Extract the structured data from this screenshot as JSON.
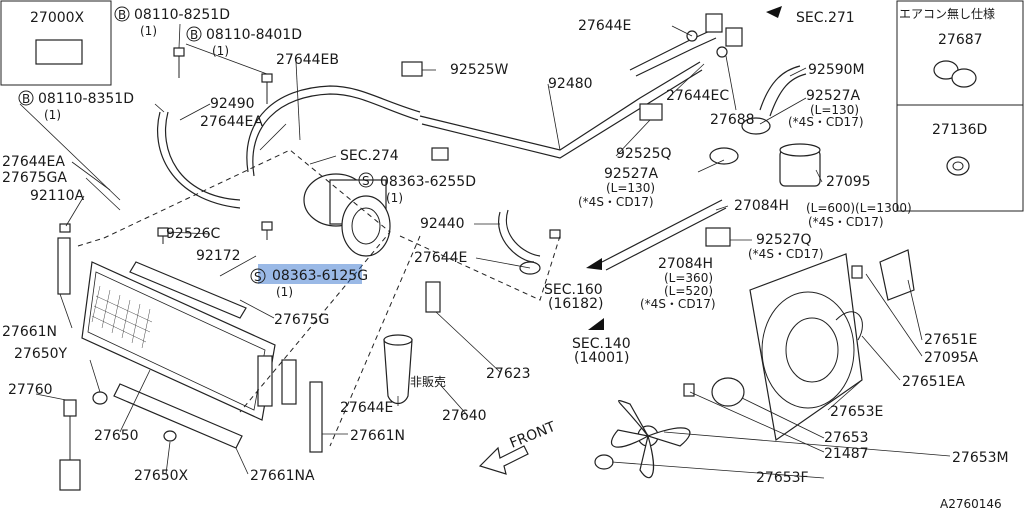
{
  "inset_topleft": {
    "code": "27000X"
  },
  "inset_topright": {
    "title": "エアコン無し仕様",
    "part_a": "27687",
    "part_b": "27136D"
  },
  "footer_code": "A2760146",
  "front_label": "FRONT",
  "not_sold": "非販売",
  "labels": {
    "bolt_8251": "08110-8251D",
    "qty_8251": "(1)",
    "bolt_8401": "08110-8401D",
    "qty_8401": "(1)",
    "bolt_8351": "08110-8351D",
    "qty_8351": "(1)",
    "screw_6255": "08363-6255D",
    "qty_6255": "(1)",
    "screw_6125": "08363-6125G",
    "qty_6125": "(1)",
    "p27644EB": "27644EB",
    "p92490": "92490",
    "p27644EA_a": "27644EA",
    "p27644EA_b": "27644EA",
    "p27675GA": "27675GA",
    "p92110A": "92110A",
    "p92525W": "92525W",
    "p92480": "92480",
    "p27644E_top": "27644E",
    "sec271": "SEC.271",
    "p92590M": "92590M",
    "p27644EC": "27644EC",
    "p27688": "27688",
    "p92527A_a": "92527A",
    "p92527A_a_len": "(L=130)",
    "p92527A_a_note": "(*4S・CD17)",
    "sec274": "SEC.274",
    "p92525Q": "92525Q",
    "p92527A_b": "92527A",
    "p92527A_b_len": "(L=130)",
    "p92527A_b_note": "(*4S・CD17)",
    "p27095": "27095",
    "p27084H_a": "27084H",
    "p27084H_a_len": "(L=600)(L=1300)",
    "p27084H_a_note": "(*4S・CD17)",
    "p92440": "92440",
    "p92526C": "92526C",
    "p92172": "92172",
    "p92527Q": "92527Q",
    "p92527Q_note": "(*4S・CD17)",
    "p27644E_mid": "27644E",
    "p27084H_b": "27084H",
    "p27084H_b_len1": "(L=360)",
    "p27084H_b_len2": "(L=520)",
    "p27084H_b_note": "(*4S・CD17)",
    "sec160": "SEC.160",
    "sec160_sub": "(16182)",
    "p27675G": "27675G",
    "p27661N_a": "27661N",
    "p27651E": "27651E",
    "p27095A": "27095A",
    "sec140": "SEC.140",
    "sec140_sub": "(14001)",
    "p27650Y": "27650Y",
    "p27623": "27623",
    "p27651EA": "27651EA",
    "p27760": "27760",
    "p27644E_low": "27644E",
    "p27640": "27640",
    "p27653E": "27653E",
    "p27650": "27650",
    "p27661N_b": "27661N",
    "p27653": "27653",
    "p21487": "21487",
    "p27653M": "27653M",
    "p27650X": "27650X",
    "p27661NA": "27661NA",
    "p27653F": "27653F"
  }
}
